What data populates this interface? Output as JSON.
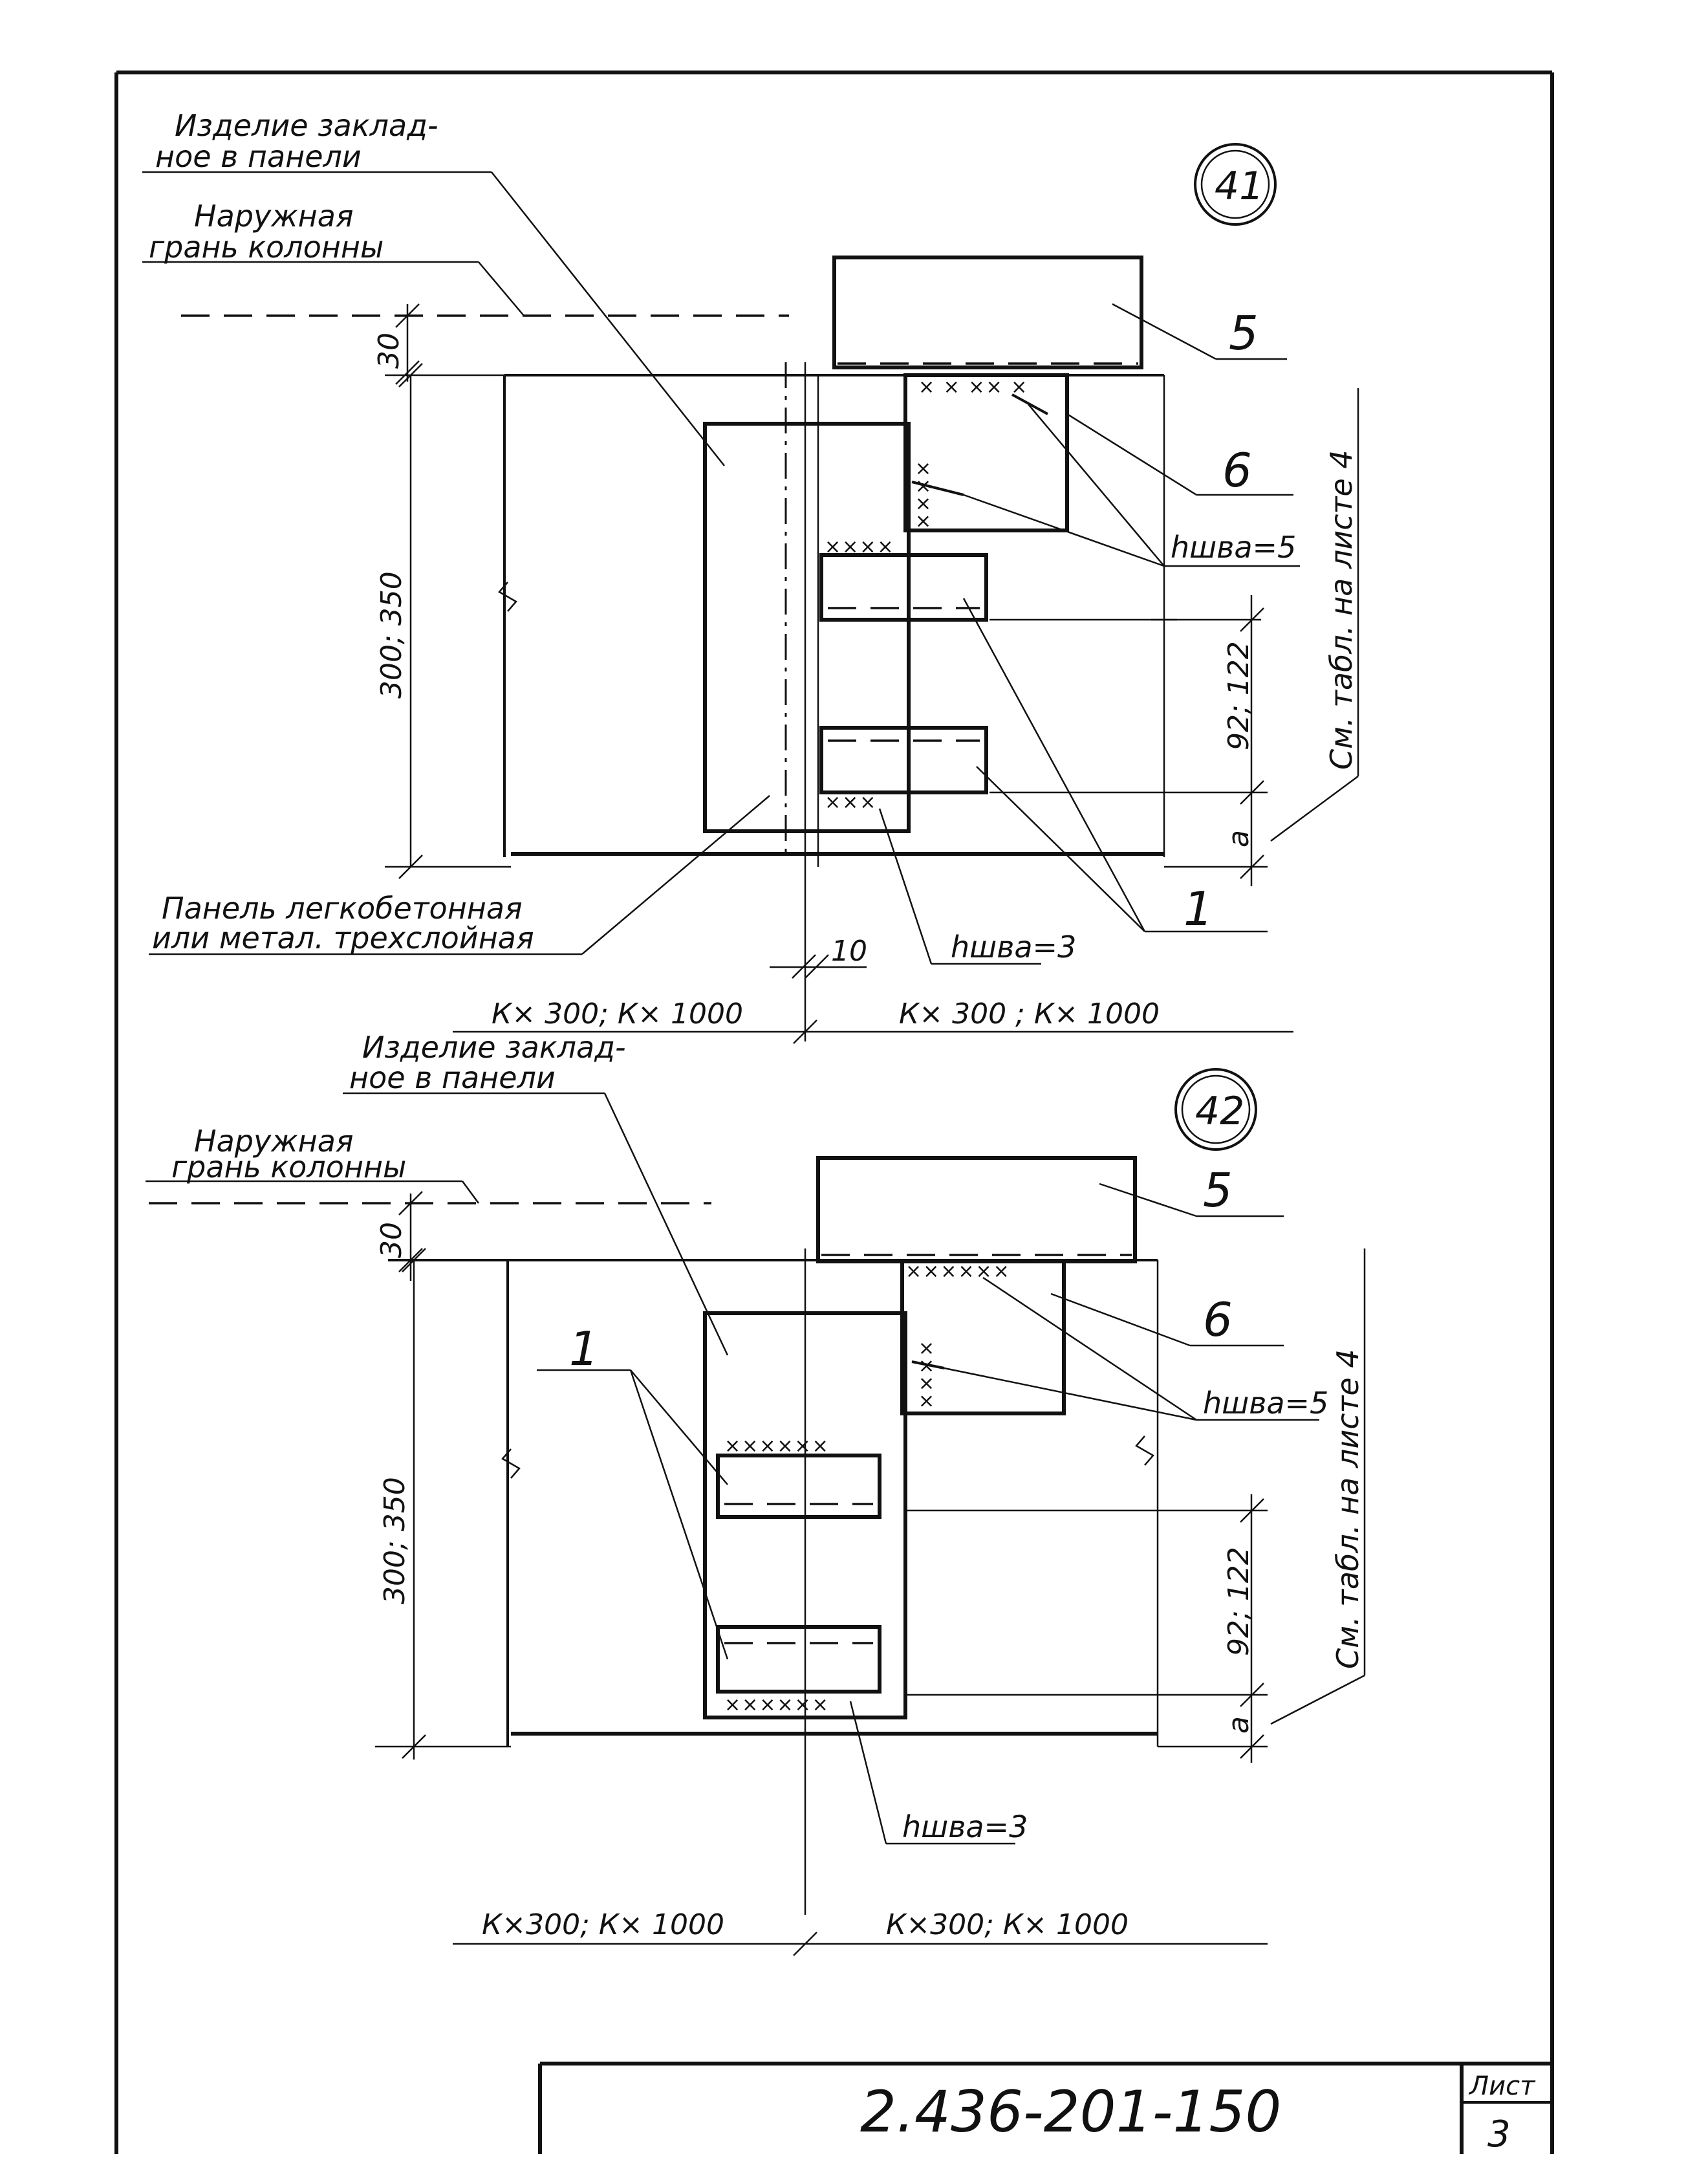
{
  "sheet": {
    "document_code": "2.436-201-150",
    "sheet_label": "Лист",
    "sheet_number": "3"
  },
  "detail_41": {
    "marker": "41",
    "label_embedded_line1": "Изделие заклад-",
    "label_embedded_line2": "ное в панели",
    "label_face_line1": "Наружная",
    "label_face_line2": "грань колонны",
    "pos_5": "5",
    "pos_6": "6",
    "pos_1": "1",
    "weld_5": "hшва=5",
    "weld_3": "hшва=3",
    "dim_30": "30",
    "dim_height": "300; 350",
    "dim_92": "92; 122",
    "dim_a": "a",
    "dim_10": "10",
    "dim_left": "К× 300; К× 1000",
    "dim_right": "К× 300 ; К× 1000",
    "see_table": "См. табл. на листе 4",
    "panel_line1": "Панель легкобетонная",
    "panel_line2": "или метал. трехслойная",
    "weld_marks_h": "××××",
    "weld_marks_top": "× × ×× ×",
    "weld_marks_bottom": "×××"
  },
  "detail_42": {
    "marker": "42",
    "label_embedded_line1": "Изделие заклад-",
    "label_embedded_line2": "ное в панели",
    "label_face_line1": "Наружная",
    "label_face_line2": "грань колонны",
    "pos_5": "5",
    "pos_6": "6",
    "pos_1": "1",
    "weld_5": "hшва=5",
    "weld_3": "hшва=3",
    "dim_30": "30",
    "dim_height": "300; 350",
    "dim_92": "92; 122",
    "dim_a": "a",
    "dim_left": "К×300; К× 1000",
    "dim_right": "К×300; К× 1000",
    "see_table": "См. табл. на листе 4",
    "weld_marks_row": "××××××",
    "weld_marks_top": "××××××"
  }
}
